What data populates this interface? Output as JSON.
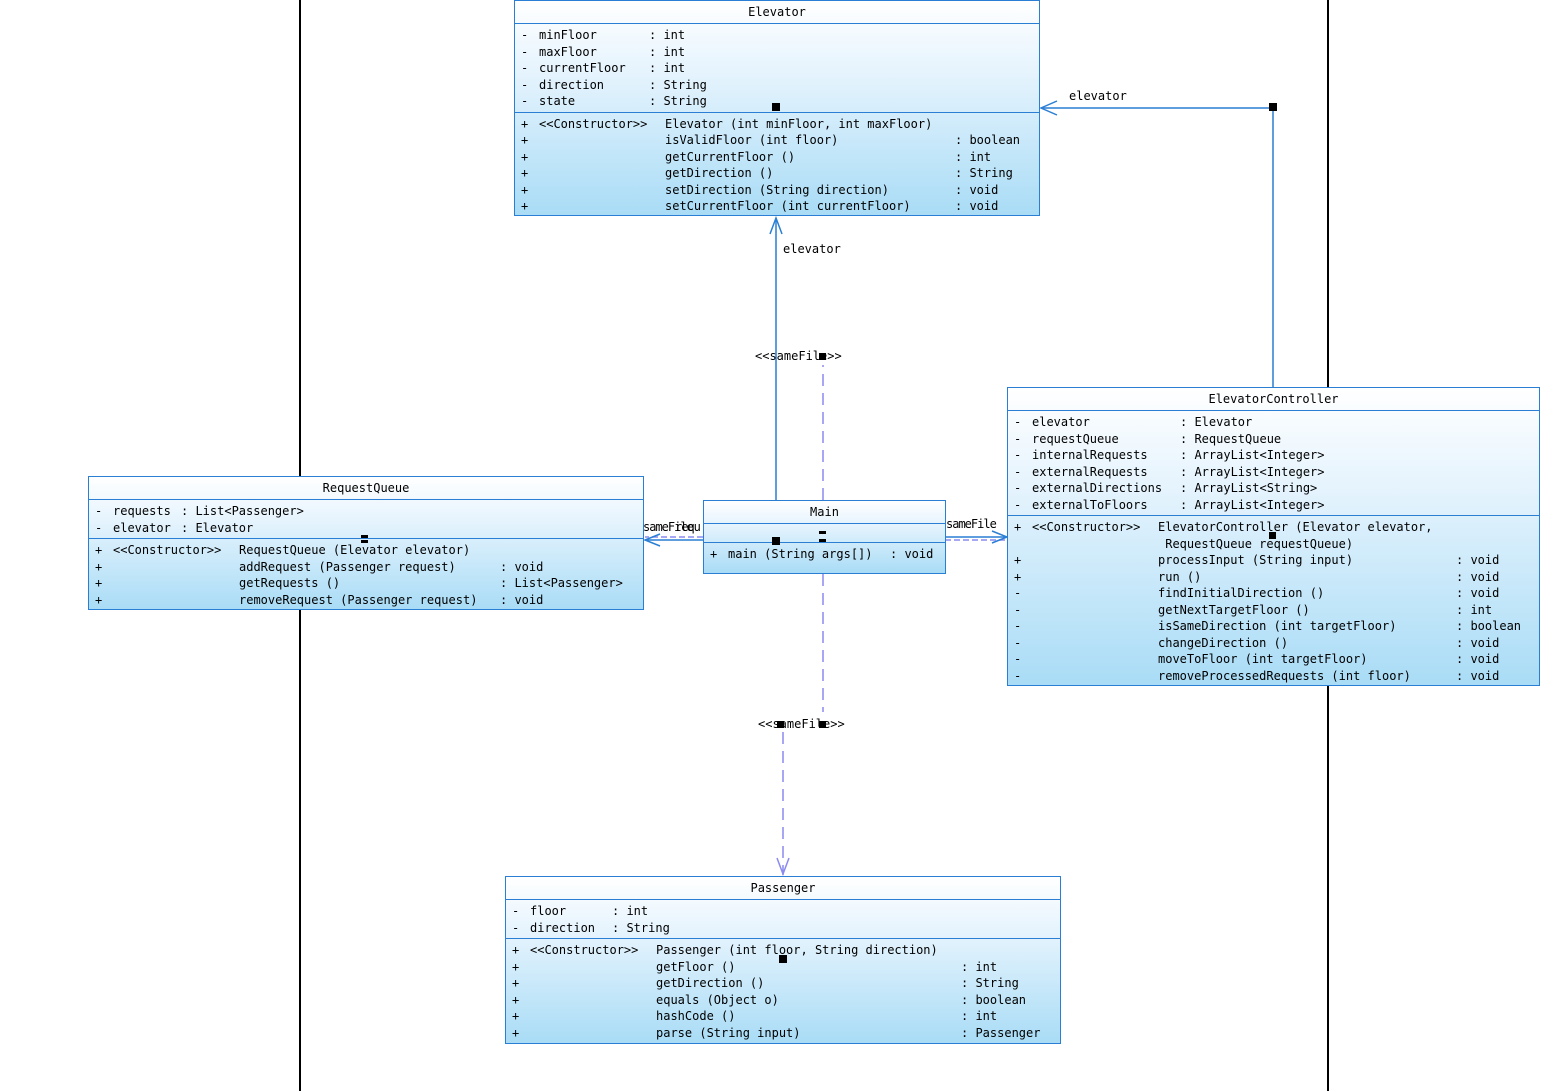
{
  "classes": {
    "elevator": {
      "name": "Elevator",
      "attributes": [
        {
          "vis": "-",
          "name": "minFloor",
          "type": ": int"
        },
        {
          "vis": "-",
          "name": "maxFloor",
          "type": ": int"
        },
        {
          "vis": "-",
          "name": "currentFloor",
          "type": ": int"
        },
        {
          "vis": "-",
          "name": "direction",
          "type": ": String"
        },
        {
          "vis": "-",
          "name": "state",
          "type": ": String"
        }
      ],
      "operations": [
        {
          "vis": "+",
          "stereo": "<<Constructor>>",
          "sig": "Elevator (int minFloor, int maxFloor)",
          "ret": ""
        },
        {
          "vis": "+",
          "stereo": "",
          "sig": "isValidFloor (int floor)",
          "ret": ": boolean"
        },
        {
          "vis": "+",
          "stereo": "",
          "sig": "getCurrentFloor ()",
          "ret": ": int"
        },
        {
          "vis": "+",
          "stereo": "",
          "sig": "getDirection ()",
          "ret": ": String"
        },
        {
          "vis": "+",
          "stereo": "",
          "sig": "setDirection (String direction)",
          "ret": ": void"
        },
        {
          "vis": "+",
          "stereo": "",
          "sig": "setCurrentFloor (int currentFloor)",
          "ret": ": void"
        }
      ]
    },
    "elevator_controller": {
      "name": "ElevatorController",
      "attributes": [
        {
          "vis": "-",
          "name": "elevator",
          "type": ": Elevator"
        },
        {
          "vis": "-",
          "name": "requestQueue",
          "type": ": RequestQueue"
        },
        {
          "vis": "-",
          "name": "internalRequests",
          "type": ": ArrayList<Integer>"
        },
        {
          "vis": "-",
          "name": "externalRequests",
          "type": ": ArrayList<Integer>"
        },
        {
          "vis": "-",
          "name": "externalDirections",
          "type": ": ArrayList<String>"
        },
        {
          "vis": "-",
          "name": "externalToFloors",
          "type": ": ArrayList<Integer>"
        }
      ],
      "operations": [
        {
          "vis": "+",
          "stereo": "<<Constructor>>",
          "sig": "ElevatorController (Elevator elevator,",
          "ret": ""
        },
        {
          "vis": "",
          "stereo": "",
          "sig": " RequestQueue requestQueue)",
          "ret": ""
        },
        {
          "vis": "+",
          "stereo": "",
          "sig": "processInput (String input)",
          "ret": ": void"
        },
        {
          "vis": "+",
          "stereo": "",
          "sig": "run ()",
          "ret": ": void"
        },
        {
          "vis": "-",
          "stereo": "",
          "sig": "findInitialDirection ()",
          "ret": ": void"
        },
        {
          "vis": "-",
          "stereo": "",
          "sig": "getNextTargetFloor ()",
          "ret": ": int"
        },
        {
          "vis": "-",
          "stereo": "",
          "sig": "isSameDirection (int targetFloor)",
          "ret": ": boolean"
        },
        {
          "vis": "-",
          "stereo": "",
          "sig": "changeDirection ()",
          "ret": ": void"
        },
        {
          "vis": "-",
          "stereo": "",
          "sig": "moveToFloor (int targetFloor)",
          "ret": ": void"
        },
        {
          "vis": "-",
          "stereo": "",
          "sig": "removeProcessedRequests (int floor)",
          "ret": ": void"
        }
      ]
    },
    "request_queue": {
      "name": "RequestQueue",
      "attributes": [
        {
          "vis": "-",
          "name": "requests",
          "type": ": List<Passenger>"
        },
        {
          "vis": "-",
          "name": "elevator",
          "type": ": Elevator"
        }
      ],
      "operations": [
        {
          "vis": "+",
          "stereo": "<<Constructor>>",
          "sig": "RequestQueue (Elevator elevator)",
          "ret": ""
        },
        {
          "vis": "+",
          "stereo": "",
          "sig": "addRequest (Passenger request)",
          "ret": ": void"
        },
        {
          "vis": "+",
          "stereo": "",
          "sig": "getRequests ()",
          "ret": ": List<Passenger>"
        },
        {
          "vis": "+",
          "stereo": "",
          "sig": "removeRequest (Passenger request)",
          "ret": ": void"
        }
      ]
    },
    "main": {
      "name": "Main",
      "attributes": [],
      "operations": [
        {
          "vis": "+",
          "stereo": "",
          "sig": "main (String args[])",
          "ret": ": void"
        }
      ]
    },
    "passenger": {
      "name": "Passenger",
      "attributes": [
        {
          "vis": "-",
          "name": "floor",
          "type": ": int"
        },
        {
          "vis": "-",
          "name": "direction",
          "type": ": String"
        }
      ],
      "operations": [
        {
          "vis": "+",
          "stereo": "<<Constructor>>",
          "sig": "Passenger (int floor, String direction)",
          "ret": ""
        },
        {
          "vis": "+",
          "stereo": "",
          "sig": "getFloor ()",
          "ret": ": int"
        },
        {
          "vis": "+",
          "stereo": "",
          "sig": "getDirection ()",
          "ret": ": String"
        },
        {
          "vis": "+",
          "stereo": "",
          "sig": "equals (Object o)",
          "ret": ": boolean"
        },
        {
          "vis": "+",
          "stereo": "",
          "sig": "hashCode ()",
          "ret": ": int"
        },
        {
          "vis": "+",
          "stereo": "",
          "sig": "parse (String input)",
          "ret": ": Passenger"
        }
      ]
    }
  },
  "relations": {
    "controller_to_elevator": "elevator",
    "main_to_elevator": "elevator",
    "main_samefile_up": "<<sameFile>>",
    "main_samefile_down": "<<sameFile>>",
    "main_to_request_queue": "sameFile",
    "main_to_request_queue_role": "requ",
    "main_to_controller": "sameFile"
  },
  "colors": {
    "border": "#2a7fd4",
    "association_line": "#2a7fd4",
    "dependency_line": "#8a8af0",
    "fill_top": "#ffffff",
    "fill_bottom": "#a9dcf6"
  }
}
